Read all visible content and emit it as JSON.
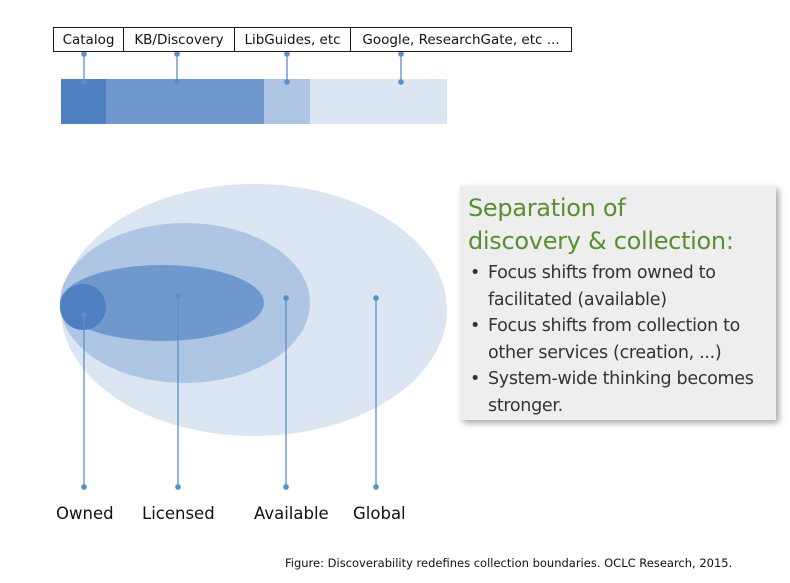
{
  "top_labels": {
    "catalog": "Catalog",
    "kb_discovery": "KB/Discovery",
    "libguides": "LibGuides, etc",
    "google": "Google, ResearchGate, etc ..."
  },
  "callout": {
    "title_line1": "Separation of",
    "title_line2": "discovery & collection:",
    "bullets": [
      "Focus shifts from owned to facilitated (available)",
      "Focus shifts from collection to other services (creation, ...)",
      "System-wide thinking becomes stronger."
    ]
  },
  "ring_labels": {
    "owned": "Owned",
    "licensed": "Licensed",
    "available": "Available",
    "global": "Global"
  },
  "caption": "Figure:  Discoverability redefines collection boundaries. OCLC Research, 2015.",
  "colors": {
    "dark_blue": "#4e7fc0",
    "mid_blue": "#6f99cd",
    "light_blue": "#aec6e4",
    "pale_blue": "#dbe6f2",
    "connector": "#5b8fc9",
    "title_green": "#5a8f2f"
  }
}
